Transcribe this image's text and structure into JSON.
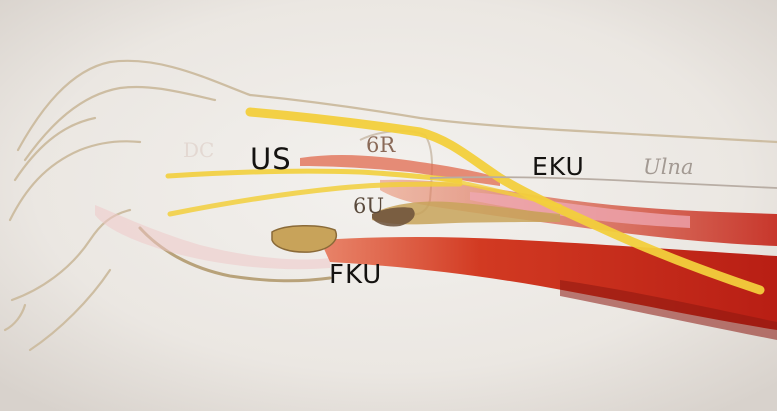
{
  "labels": {
    "us": "US",
    "six_r": "6R",
    "six_u": "6U",
    "eku": "EKU",
    "ulna": "Ulna",
    "fku": "FKU",
    "faint_left": "DC"
  },
  "colors": {
    "paper": "#ece8e3",
    "pencil_outline": "#c8b89c",
    "nerve_yellow": "#f2cf3c",
    "muscle_red": "#c8281c",
    "muscle_orange": "#e0643c",
    "pink_tissue": "#ebb0b8",
    "tendon_tan": "#c8a35a",
    "ink": "#141210"
  }
}
